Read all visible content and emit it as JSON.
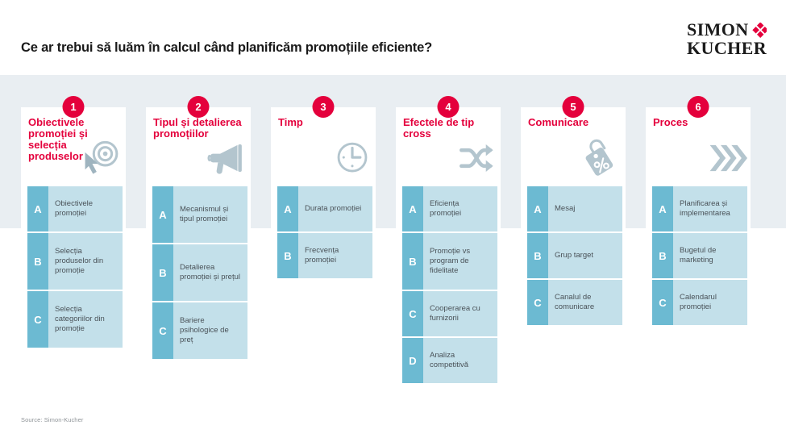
{
  "header": {
    "title": "Ce ar trebui să luăm în calcul când planificăm promoțiile eficiente?",
    "logo_line1": "SIMON",
    "logo_line2": "KUCHER"
  },
  "colors": {
    "accent_red": "#e4003c",
    "band_grey": "#e9eef2",
    "letter_teal": "#6cbad2",
    "panel_blue": "#c3e0ea",
    "icon_grey": "#b3c5ce",
    "text_dark": "#1a1a1a",
    "text_body": "#4a5258"
  },
  "columns": [
    {
      "number": "1",
      "title": "Obiectivele promoției și selecția produselor",
      "icon": "target-cursor-icon",
      "items": [
        {
          "letter": "A",
          "text": "Obiectivele promoției"
        },
        {
          "letter": "B",
          "text": "Selecția produselor din promoție"
        },
        {
          "letter": "C",
          "text": "Selecția categoriilor din promoție"
        }
      ]
    },
    {
      "number": "2",
      "title": "Tipul și detalierea promoțiilor",
      "icon": "megaphone-icon",
      "items": [
        {
          "letter": "A",
          "text": "Mecanismul și tipul promoției"
        },
        {
          "letter": "B",
          "text": "Detalierea promoției și prețul"
        },
        {
          "letter": "C",
          "text": "Bariere psihologice de preț"
        }
      ]
    },
    {
      "number": "3",
      "title": "Timp",
      "icon": "clock-icon",
      "items": [
        {
          "letter": "A",
          "text": "Durata promoției"
        },
        {
          "letter": "B",
          "text": "Frecvența promoției"
        }
      ]
    },
    {
      "number": "4",
      "title": "Efectele de tip cross",
      "icon": "shuffle-arrows-icon",
      "items": [
        {
          "letter": "A",
          "text": "Eficiența promoției"
        },
        {
          "letter": "B",
          "text": "Promoție vs program de fidelitate"
        },
        {
          "letter": "C",
          "text": "Cooperarea cu furnizorii"
        },
        {
          "letter": "D",
          "text": "Analiza competitivă"
        }
      ]
    },
    {
      "number": "5",
      "title": "Comunicare",
      "icon": "price-tag-percent-icon",
      "items": [
        {
          "letter": "A",
          "text": "Mesaj"
        },
        {
          "letter": "B",
          "text": "Grup target"
        },
        {
          "letter": "C",
          "text": "Canalul de comunicare"
        }
      ]
    },
    {
      "number": "6",
      "title": "Proces",
      "icon": "triple-chevron-icon",
      "items": [
        {
          "letter": "A",
          "text": "Planificarea și implementarea"
        },
        {
          "letter": "B",
          "text": "Bugetul de marketing"
        },
        {
          "letter": "C",
          "text": "Calendarul promoției"
        }
      ]
    }
  ],
  "footer": {
    "source": "Source: Simon-Kucher"
  }
}
